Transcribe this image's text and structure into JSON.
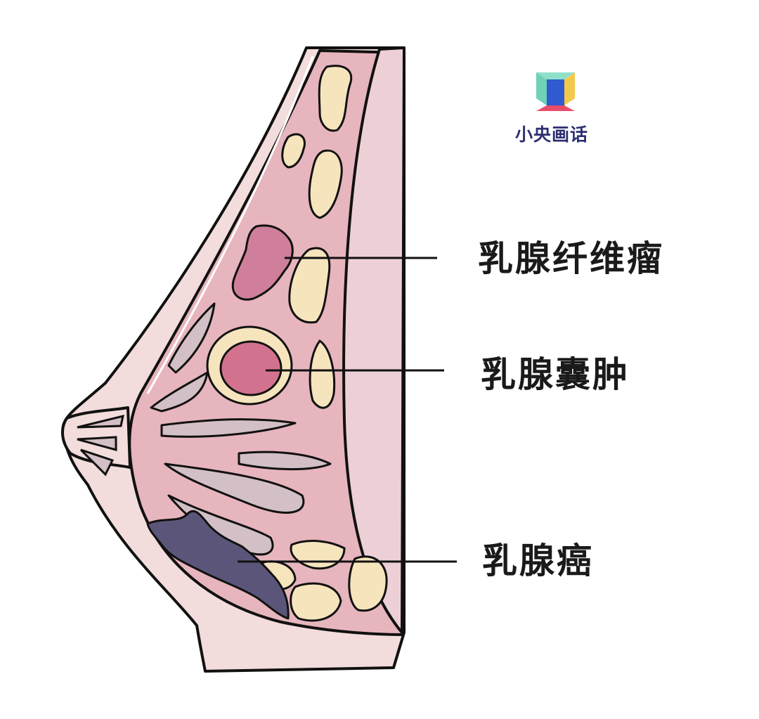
{
  "logo": {
    "text": "小央画话"
  },
  "labels": {
    "fibroadenoma": "乳腺纤维瘤",
    "cyst": "乳腺囊肿",
    "cancer": "乳腺癌"
  },
  "colors": {
    "outline": "#111111",
    "breast_skin": "#f3dcdc",
    "gland_pink": "#e7b5bd",
    "chest_wall": "#edd0d6",
    "fat_lobule": "#f6e4bd",
    "duct_grey": "#d3bfc6",
    "fibroadenoma": "#cf7f9b",
    "cyst_fill": "#d2728f",
    "cyst_ring": "#f6e4bd",
    "cancer": "#5b5679",
    "logo_text": "#2d2f72"
  }
}
